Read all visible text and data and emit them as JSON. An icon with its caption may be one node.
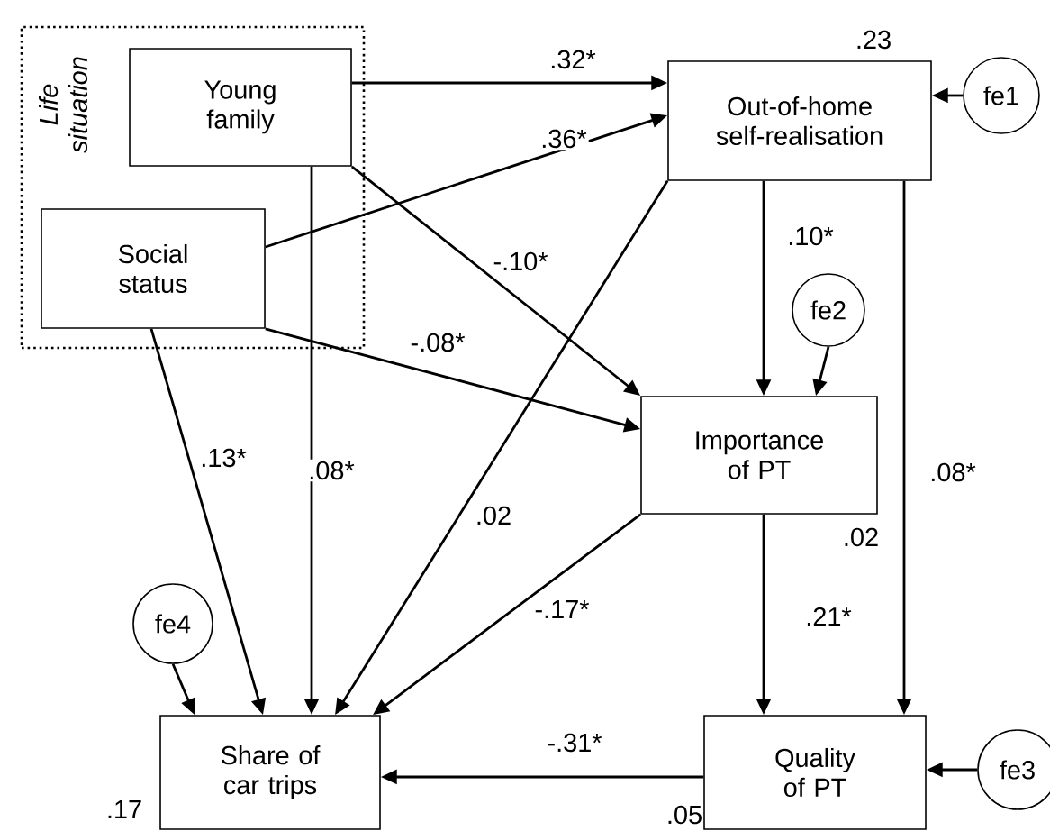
{
  "diagram": {
    "nodes": [
      {
        "text": [
          "Life situation"
        ]
      },
      {
        "text": [
          "Young family"
        ],
        "in": 0
      },
      {
        "text": [
          "Social status"
        ],
        "in": 0
      },
      {
        "text": [
          "Out-of-home self-realisation"
        ],
        "beside": [
          ".23"
        ]
      },
      {
        "text": [
          "fe1"
        ]
      },
      {
        "text": [
          "Importance of PT"
        ],
        "beside": [
          ".02"
        ]
      },
      {
        "text": [
          "fe2"
        ]
      },
      {
        "text": [
          "Share of car trips"
        ],
        "beside": [
          ".17"
        ]
      },
      {
        "text": [
          "fe4"
        ]
      },
      {
        "text": [
          "Quality of PT"
        ],
        "beside": [
          ".05"
        ]
      },
      {
        "text": [
          "fe3"
        ]
      }
    ],
    "edges": [
      {
        "from": 1,
        "to": 3,
        "arrow": "to",
        "label": ".32*"
      },
      {
        "from": 2,
        "to": 3,
        "arrow": "to",
        "label": ".36*"
      },
      {
        "from": 1,
        "to": 5,
        "arrow": "to",
        "label": "-.10*"
      },
      {
        "from": 2,
        "to": 5,
        "arrow": "to",
        "label": "-.08*"
      },
      {
        "from": 2,
        "to": 7,
        "arrow": "to",
        "label": ".13*"
      },
      {
        "from": 1,
        "to": 7,
        "arrow": "to",
        "label": ".08*"
      },
      {
        "from": 3,
        "to": 7,
        "arrow": "to",
        "label": ".02"
      },
      {
        "from": 3,
        "to": 5,
        "arrow": "to",
        "label": ".10*"
      },
      {
        "from": 3,
        "to": 9,
        "arrow": "to",
        "label": ".08*"
      },
      {
        "from": 4,
        "to": 3,
        "arrow": "to"
      },
      {
        "from": 6,
        "to": 5,
        "arrow": "to"
      },
      {
        "from": 5,
        "to": 7,
        "arrow": "to",
        "label": "-.17*"
      },
      {
        "from": 5,
        "to": 9,
        "arrow": "to",
        "label": ".21*"
      },
      {
        "from": 9,
        "to": 7,
        "arrow": "to",
        "label": "-.31*"
      },
      {
        "from": 10,
        "to": 9,
        "arrow": "to"
      },
      {
        "from": 8,
        "to": 7,
        "arrow": "to"
      }
    ]
  }
}
